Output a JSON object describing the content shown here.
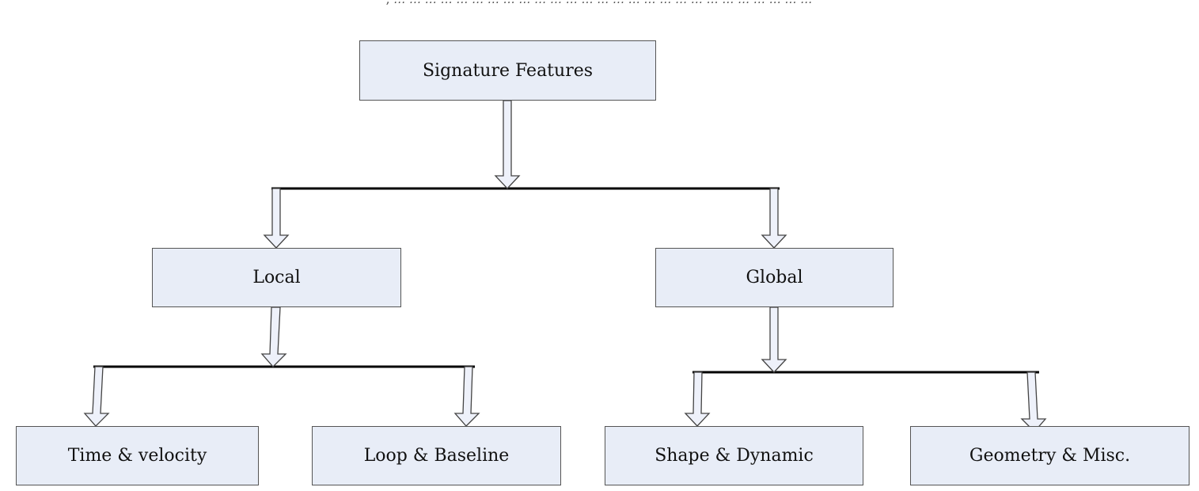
{
  "caption": ", … … … … … … … … … … … … … … … … … … … … … … … … … … …",
  "diagram": {
    "root": "Signature Features",
    "level1": [
      "Local",
      "Global"
    ],
    "level2": [
      "Time & velocity",
      "Loop & Baseline",
      "Shape & Dynamic",
      "Geometry & Misc."
    ]
  },
  "colors": {
    "box_fill": "#e8edf7",
    "box_border": "#555555",
    "arrow_fill": "#eef1fa",
    "line": "#000000"
  }
}
